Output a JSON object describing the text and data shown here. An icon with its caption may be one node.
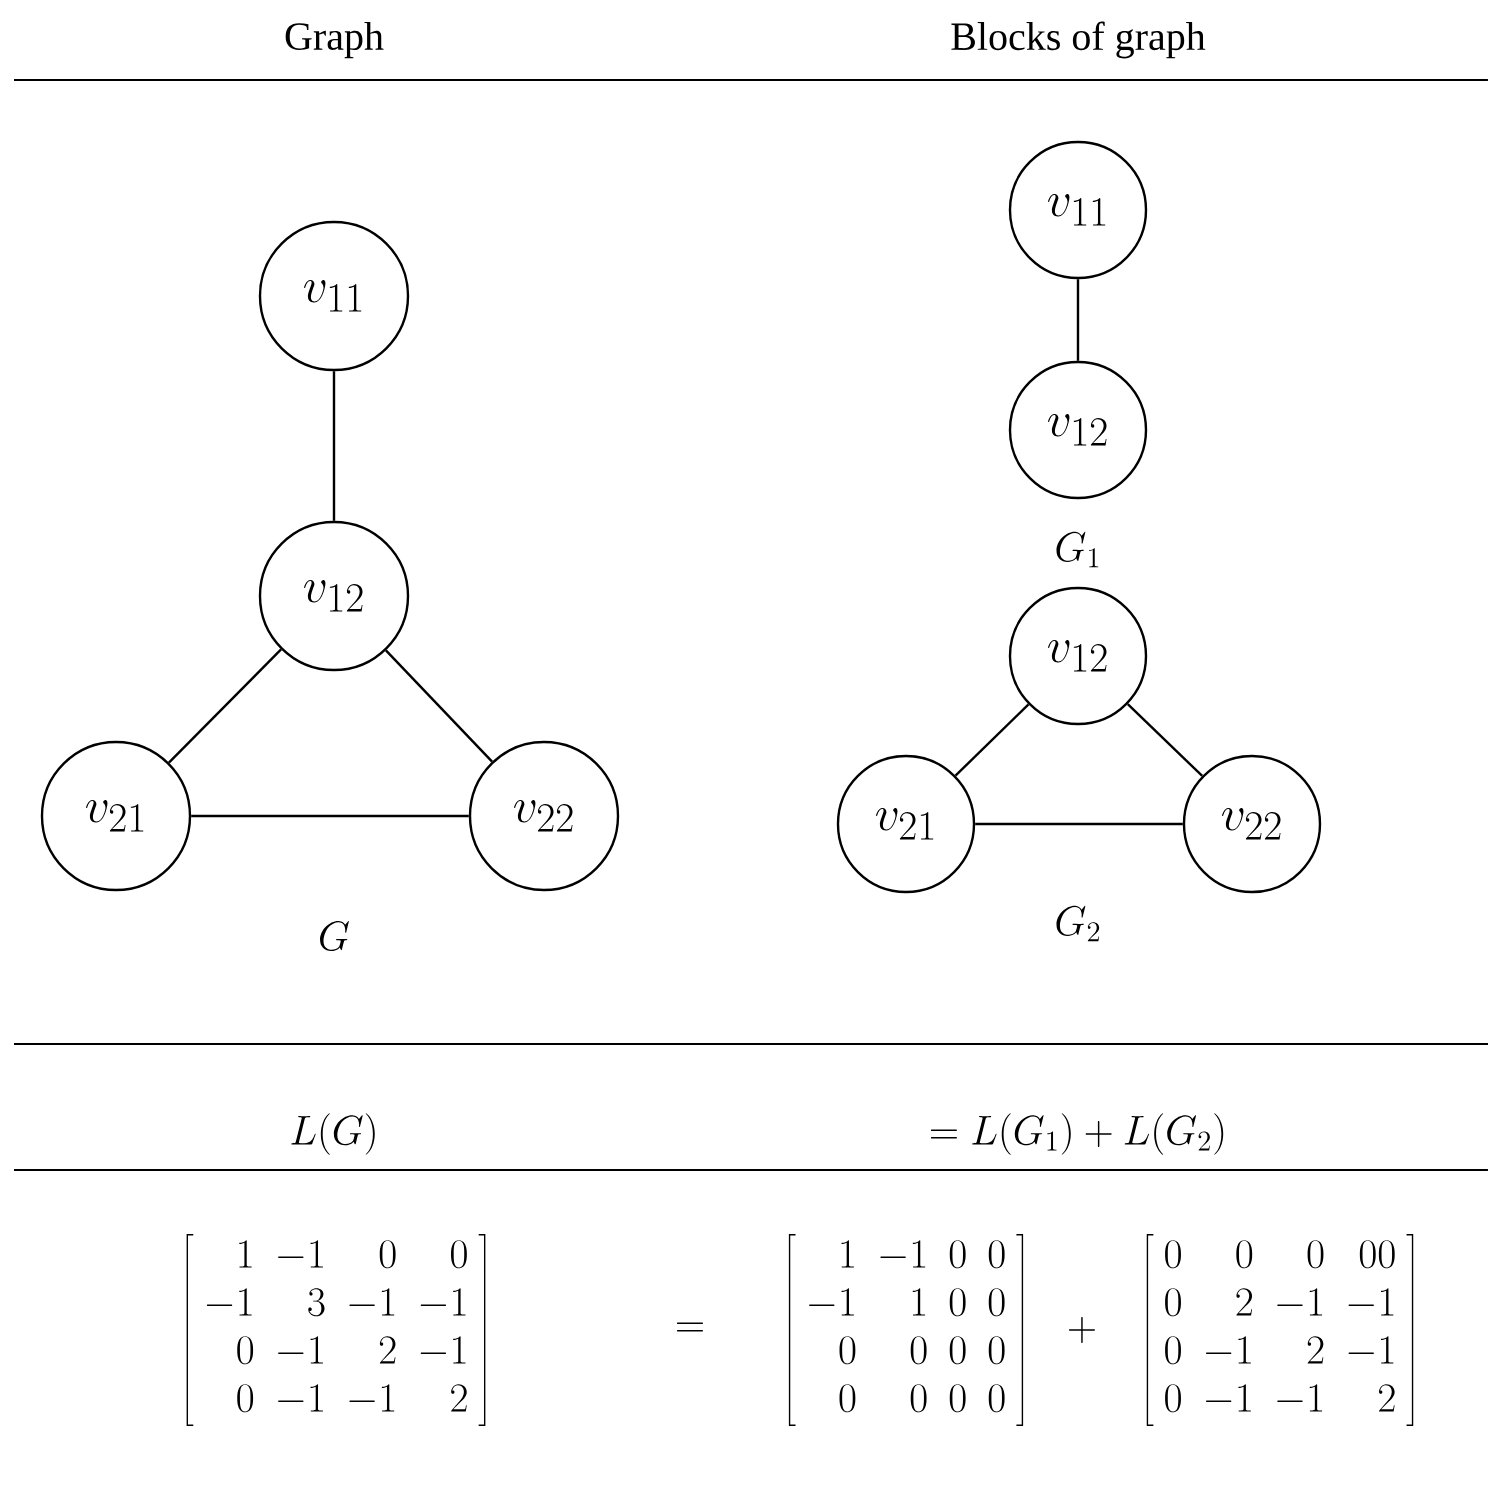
{
  "diagram": {
    "nodes": [
      {
        "text": [
          "v_{11}"
        ]
      },
      {
        "text": [
          "v_{12}"
        ]
      },
      {
        "text": [
          "v_{21}"
        ]
      },
      {
        "text": [
          "v_{22}"
        ]
      },
      {
        "text": [
          "v_{11}"
        ]
      },
      {
        "text": [
          "v_{12}"
        ]
      },
      {
        "text": [
          "v_{12}"
        ]
      },
      {
        "text": [
          "v_{21}"
        ]
      },
      {
        "text": [
          "v_{22}"
        ]
      }
    ],
    "edges": [
      {
        "from": 0,
        "to": 1,
        "arrow": "none"
      },
      {
        "from": 1,
        "to": 2,
        "arrow": "none"
      },
      {
        "from": 1,
        "to": 3,
        "arrow": "none"
      },
      {
        "from": 2,
        "to": 3,
        "arrow": "none"
      },
      {
        "from": 4,
        "to": 5,
        "arrow": "none"
      },
      {
        "from": 6,
        "to": 7,
        "arrow": "none"
      },
      {
        "from": 6,
        "to": 8,
        "arrow": "none"
      },
      {
        "from": 7,
        "to": 8,
        "arrow": "none"
      }
    ],
    "labels": [
      "Graph",
      "Blocks of graph",
      "G_1",
      "G",
      "G_2",
      "L(G)",
      "=L(G_1) + L(G_2)",
      "\\left[\\begin{array}{rrrr} 1 & -1 & 0 & 0 \\\\ -1 & 3 & -1 & -1 \\\\ 0 & -1 & 2 & -1 \\\\ 0 & -1 & -1 & 2 \\end{array}\\right]",
      "=",
      "\\left[\\begin{array}{rrrr} 1 & -1 & 0 & 0 \\\\ -1 & 1 & 0 & 0 \\\\ 0 & 0 & 0 & 0 \\\\ 0 & 0 & 0 & 0 \\end{array}\\right]",
      "+",
      "\\left[\\begin{array}{rrrr} 0 & 0 & 0 & 00 \\\\ 0 & 2 & -1 & -1 \\\\ 0 & -1 & 2 & -1 \\\\ 0 & -1 & -1 & 2 \\end{array}\\right]"
    ]
  }
}
